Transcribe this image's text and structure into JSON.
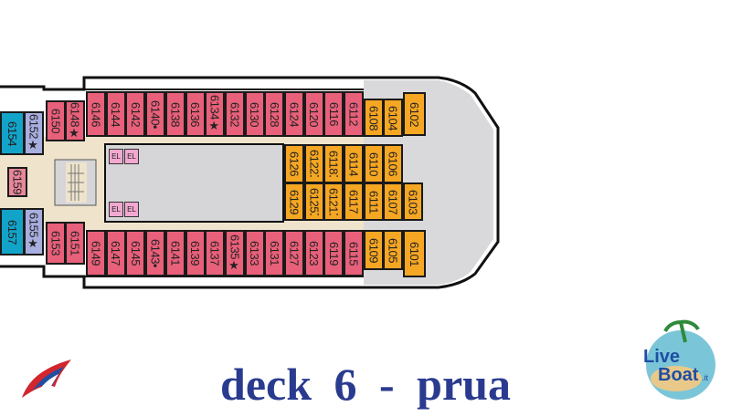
{
  "title": "deck 6  -  prua",
  "logos": {
    "left": "Carnival",
    "right": "LiveBoat.it"
  },
  "colors": {
    "standard": "#e8607a",
    "forward": "#f5a623",
    "suite": "#12a3c9",
    "accessible": "#a9aee0",
    "title": "#2a3b8f"
  },
  "cabins": {
    "top_row": [
      "6146",
      "6144",
      "6142",
      "6140•",
      "6138",
      "6136",
      "6134★",
      "6132",
      "6130",
      "6128",
      "6124",
      "6120",
      "6116",
      "6112"
    ],
    "bottom_row": [
      "6149",
      "6147",
      "6145",
      "6143•",
      "6141",
      "6139",
      "6137",
      "6135★",
      "6133",
      "6131",
      "6127",
      "6123",
      "6119",
      "6115"
    ],
    "top_aft": [
      "6150",
      "6148★"
    ],
    "bottom_aft": [
      "6153",
      "6151"
    ],
    "top_far_aft": [
      "6154",
      "6152★"
    ],
    "bottom_far_aft": [
      "6157",
      "6155★"
    ],
    "mid_aft": [
      "6159"
    ],
    "top_forward": [
      "6108",
      "6104",
      "6102"
    ],
    "bottom_forward": [
      "6109",
      "6105",
      "6101"
    ],
    "inner_upper": [
      "6126",
      "6122⁚",
      "6118⁚",
      "6114",
      "6110",
      "6106"
    ],
    "inner_lower": [
      "6129",
      "6125⁚",
      "6121⁚",
      "6117",
      "6111",
      "6107",
      "6103"
    ]
  },
  "elevators": [
    "EL",
    "EL",
    "EL",
    "EL"
  ]
}
